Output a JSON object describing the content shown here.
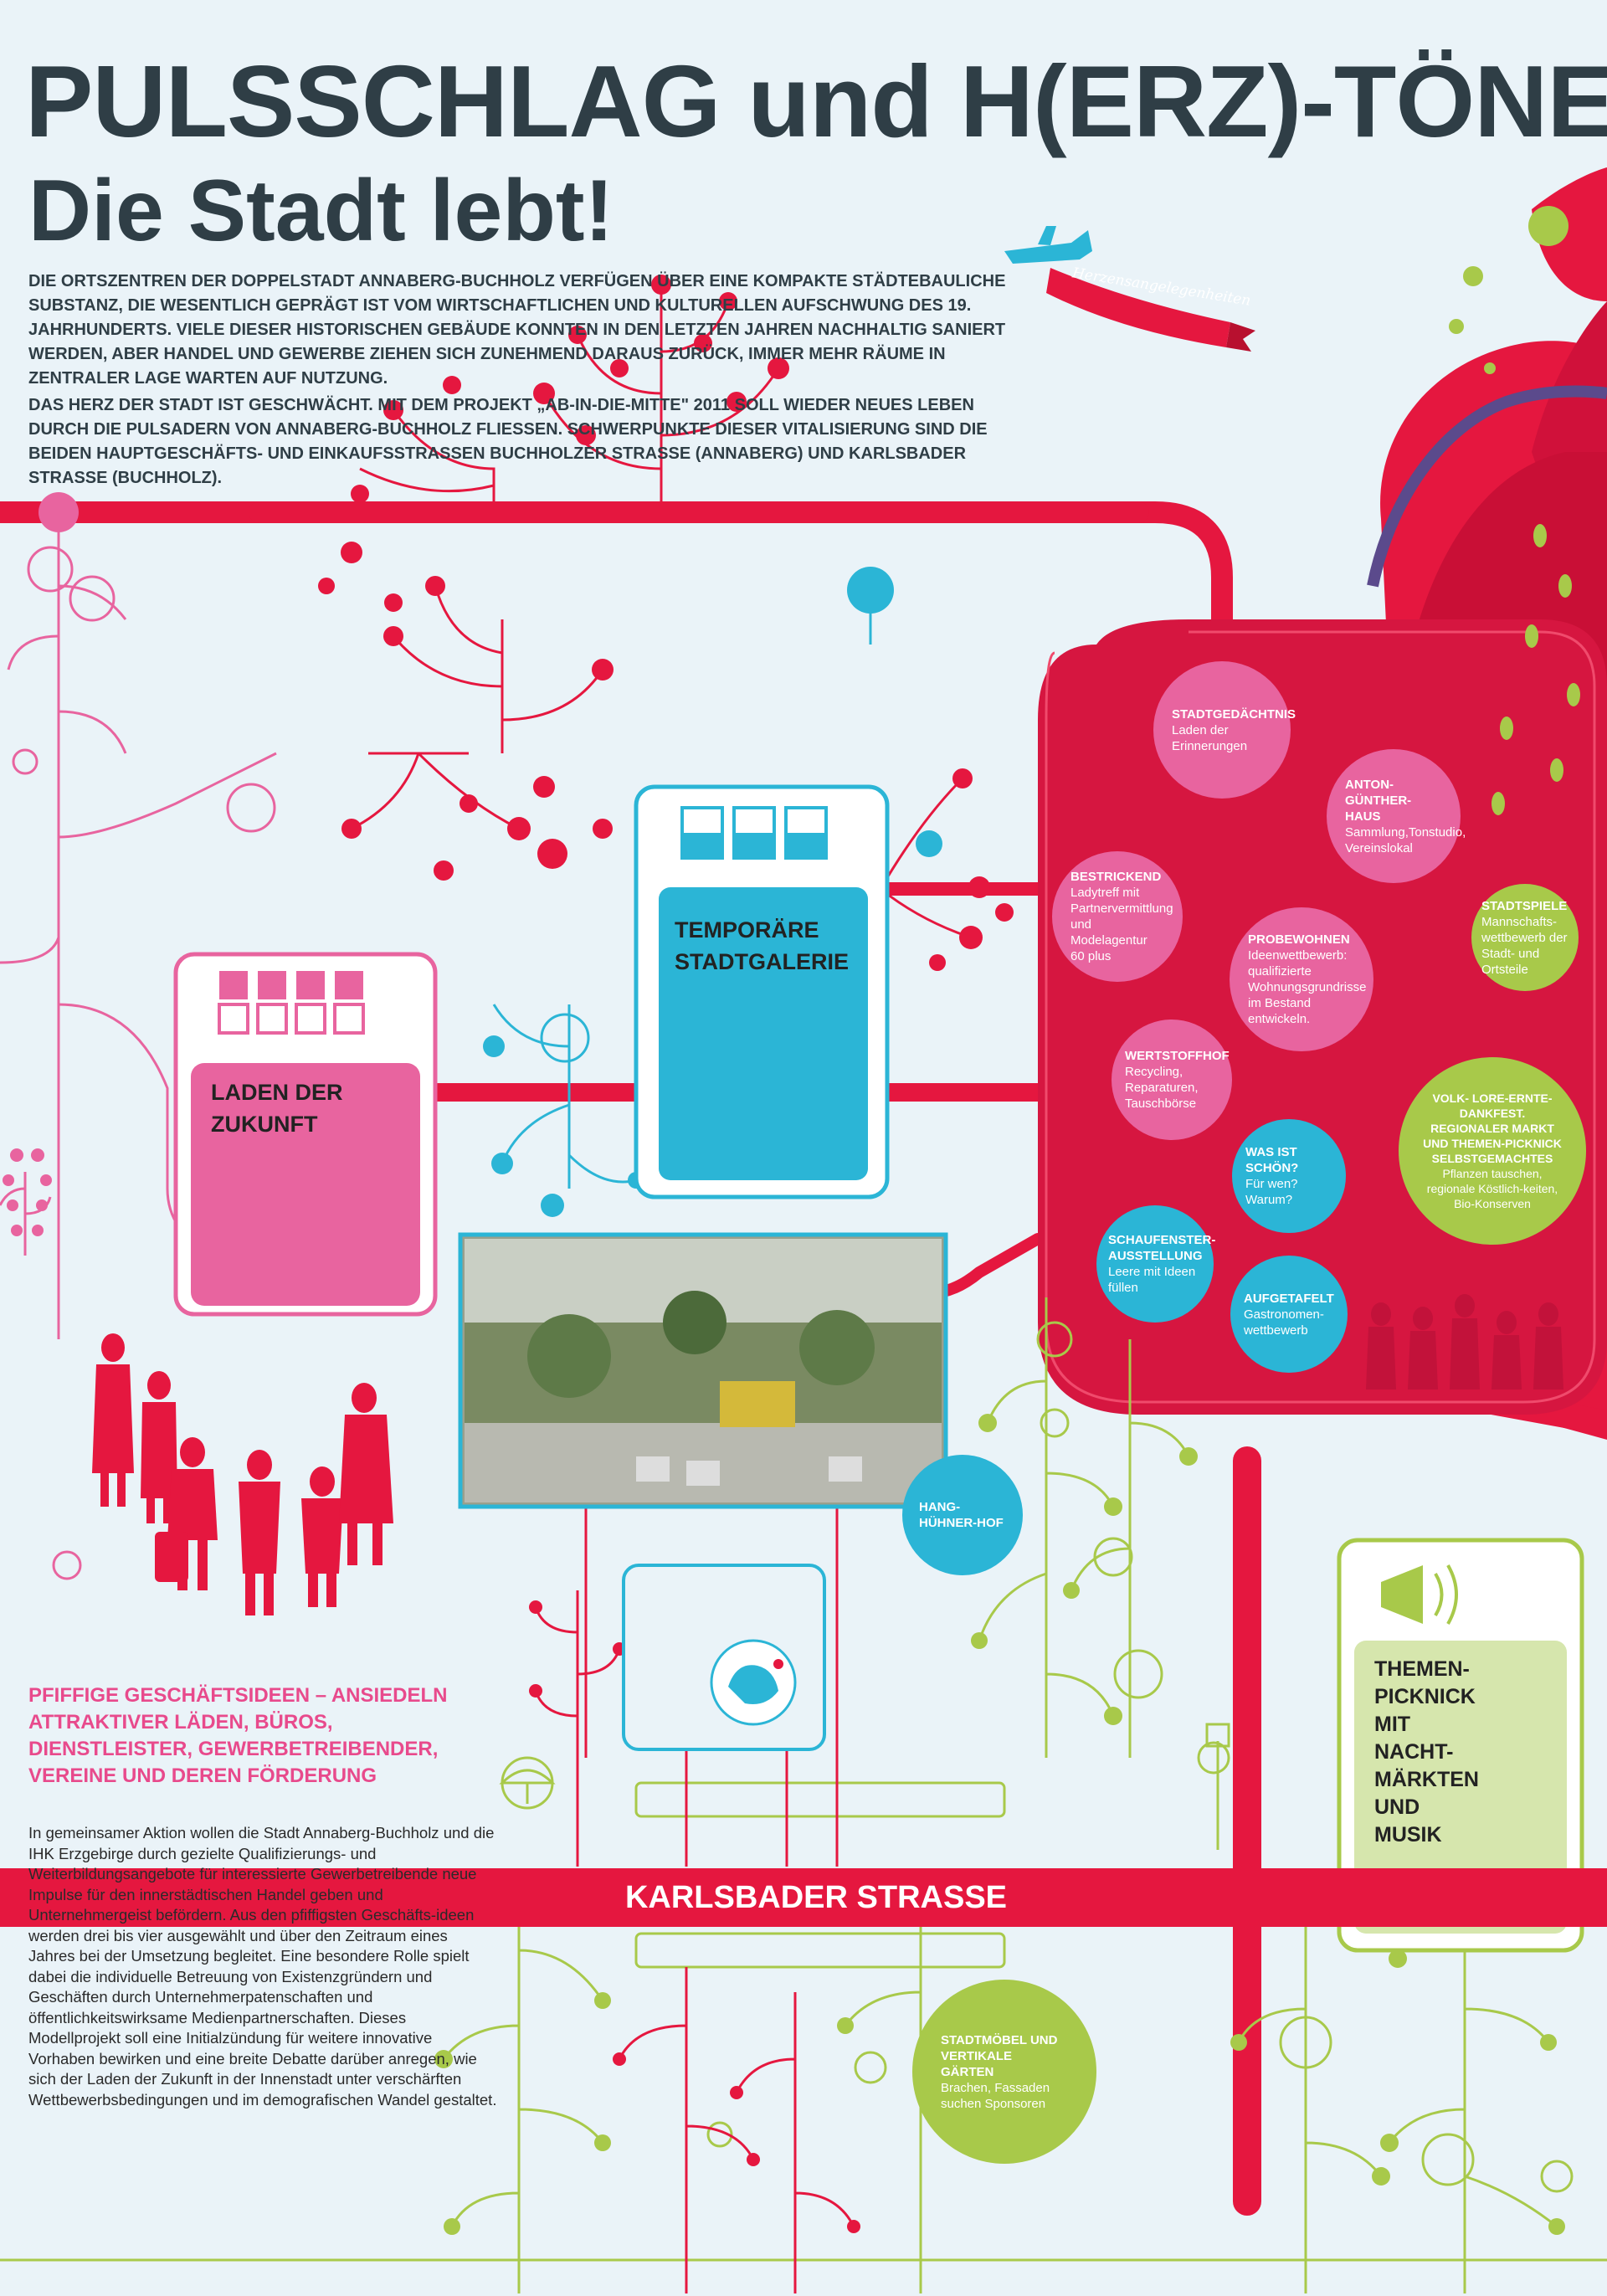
{
  "header": {
    "title": "PULSSCHLAG und H(ERZ)-TÖNE",
    "subtitle": "Die Stadt lebt!"
  },
  "intro": {
    "paragraph_1": "DIE ORTSZENTREN DER DOPPELSTADT ANNABERG-BUCHHOLZ VERFÜGEN ÜBER EINE KOMPAKTE STÄDTEBAULICHE SUBSTANZ, DIE WESENTLICH GEPRÄGT IST VOM WIRTSCHAFTLICHEN UND KULTURELLEN AUFSCHWUNG DES 19. JAHRHUNDERTS. VIELE DIESER HISTORISCHEN GEBÄUDE KONNTEN IN DEN LETZTEN JAHREN NACHHALTIG SANIERT WERDEN, ABER HANDEL UND GEWERBE ZIEHEN SICH ZUNEHMEND DARAUS ZURÜCK, IMMER MEHR RÄUME IN ZENTRALER LAGE WARTEN AUF NUTZUNG.",
    "paragraph_2": "DAS HERZ DER STADT IST GESCHWÄCHT. MIT DEM PROJEKT „AB-IN-DIE-MITTE\" 2011 SOLL WIEDER NEUES LEBEN DURCH DIE PULSADERN VON ANNABERG-BUCHHOLZ FLIEßEN. SCHWERPUNKTE DIESER VITALISIERUNG SIND DIE BEIDEN HAUPTGESCHÄFTS- UND EINKAUFSSTRAßEN BUCHHOLZER STRAßE (ANNABERG) UND KARLSBADER STRAßE (BUCHHOLZ)."
  },
  "banner": {
    "label": "Herzensangelegenheiten"
  },
  "cards": {
    "laden": "LADEN DER ZUKUNFT",
    "galerie": "TEMPORÄRE STADTGALERIE",
    "picknick": "THEMEN-PICKNICK MIT NACHT-MÄRKTEN UND MUSIK"
  },
  "bubbles": {
    "stadtgedaechtnis": {
      "title": "STADTGEDÄCHTNIS",
      "text": "Laden der Erinnerungen"
    },
    "anton": {
      "title": "ANTON-GÜNTHER-HAUS",
      "text": "Sammlung,Tonstudio, Vereinslokal"
    },
    "bestrickend": {
      "title": "BESTRICKEND",
      "text": "Ladytreff mit Partnervermittlung und Modelagentur 60 plus"
    },
    "probewohnen": {
      "title": "PROBEWOHNEN",
      "text": "Ideenwettbewerb: qualifizierte Wohnungsgrundrisse im Bestand entwickeln."
    },
    "stadtspiele": {
      "title": "STADTSPIELE",
      "text": "Mannschafts-wettbewerb der Stadt- und Ortsteile"
    },
    "wertstoffhof": {
      "title": "WERTSTOFFHOF",
      "text": "Recycling, Reparaturen, Tauschbörse"
    },
    "volksfest": {
      "title": "VOLK- LORE-ERNTE-DANKFEST. REGIONALER MARKT UND THEMEN-PICKNICK SELBSTGEMACHTES",
      "text": "Pflanzen tauschen, regionale Köstlich-keiten, Bio-Konserven"
    },
    "schoen": {
      "title": "WAS IST SCHÖN?",
      "text": "Für wen? Warum?"
    },
    "schaufenster": {
      "title": "SCHAUFENSTER-AUSSTELLUNG",
      "text": "Leere mit Ideen füllen"
    },
    "aufgetafelt": {
      "title": "AUFGETAFELT",
      "text": "Gastronomen-wettbewerb"
    },
    "haenghuehnerhof": {
      "title": "HANG-HÜHNER-HOF",
      "text": ""
    },
    "stadtmoebel": {
      "title": "STADTMÖBEL UND VERTIKALE GÄRTEN",
      "text": "Brachen, Fassaden suchen Sponsoren"
    }
  },
  "section": {
    "heading": "PFIFFIGE GESCHÄFTSIDEEN – ANSIEDELN ATTRAKTIVER LÄDEN, BÜROS, DIENSTLEISTER, GEWERBETREIBENDER, VEREINE UND DEREN FÖRDERUNG",
    "body": "In gemeinsamer Aktion wollen die Stadt Annaberg-Buchholz und die IHK Erzgebirge durch gezielte Qualifizierungs- und Weiterbildungsangebote für interessierte Gewerbetreibende neue Impulse für den innerstädtischen Handel geben und Unternehmergeist befördern. Aus den pfiffigsten Geschäfts-ideen werden drei bis vier ausgewählt und über den Zeitraum eines Jahres bei der Umsetzung begleitet. Eine besondere Rolle spielt dabei die individuelle Betreuung von Existenzgründern und Geschäften durch Unternehmerpatenschaften und öffentlichkeitswirksame Medienpartnerschaften. Dieses Modellprojekt soll eine Initialzündung für weitere innovative Vorhaben bewirken und eine breite Debatte darüber anregen, wie sich der Laden der Zukunft in der Innenstadt unter verschärften Wettbewerbsbedingungen und im demografischen Wandel gestaltet."
  },
  "street": {
    "label": "KARLSBADER STRASSE"
  },
  "colors": {
    "background": "#eaf3f8",
    "red": "#e5173f",
    "dark_red": "#b8102f",
    "pink": "#e8649f",
    "cyan": "#2bb5d6",
    "green": "#a8c94a",
    "purple": "#5b4a8c",
    "text": "#2f3e46"
  },
  "icons": [
    "airplane-icon",
    "megaphone-icon",
    "bird-icon",
    "flower-icon",
    "umbrella-icon",
    "lamp-post-icon",
    "bench-icon",
    "camera-icon",
    "sunglasses-icon",
    "books-icon",
    "hat-icon",
    "picnic-table-icon",
    "shopping-icon",
    "people-silhouettes"
  ]
}
